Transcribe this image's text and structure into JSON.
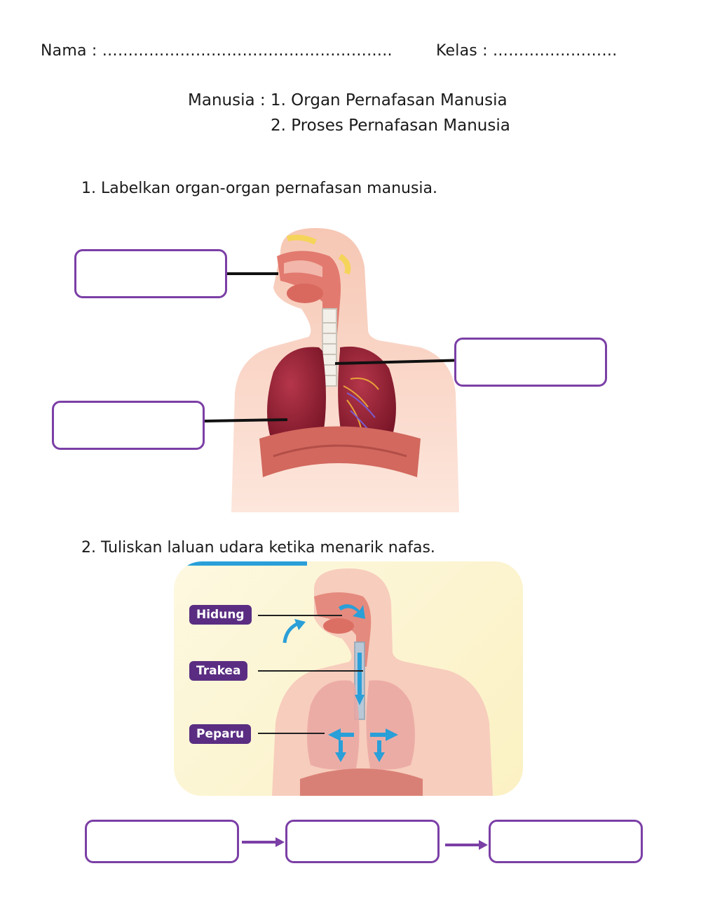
{
  "header": {
    "name_label": "Nama : ………………………………………………..",
    "class_label": "Kelas : ……………………"
  },
  "title": {
    "line1": "Manusia : 1. Organ Pernafasan Manusia",
    "line2": "2.  Proses Pernafasan Manusia"
  },
  "question1": {
    "text": "1.  Labelkan organ-organ pernafasan manusia."
  },
  "question2": {
    "text": "2. Tuliskan laluan udara ketika menarik nafas.",
    "labels": [
      "Hidung",
      "Trakea",
      "Peparu"
    ]
  },
  "colors": {
    "box_border": "#7b3fa6",
    "tag_bg": "#5a2d82",
    "arrow": "#7b3fa6",
    "flow_arrow": "#2a9fd8"
  }
}
